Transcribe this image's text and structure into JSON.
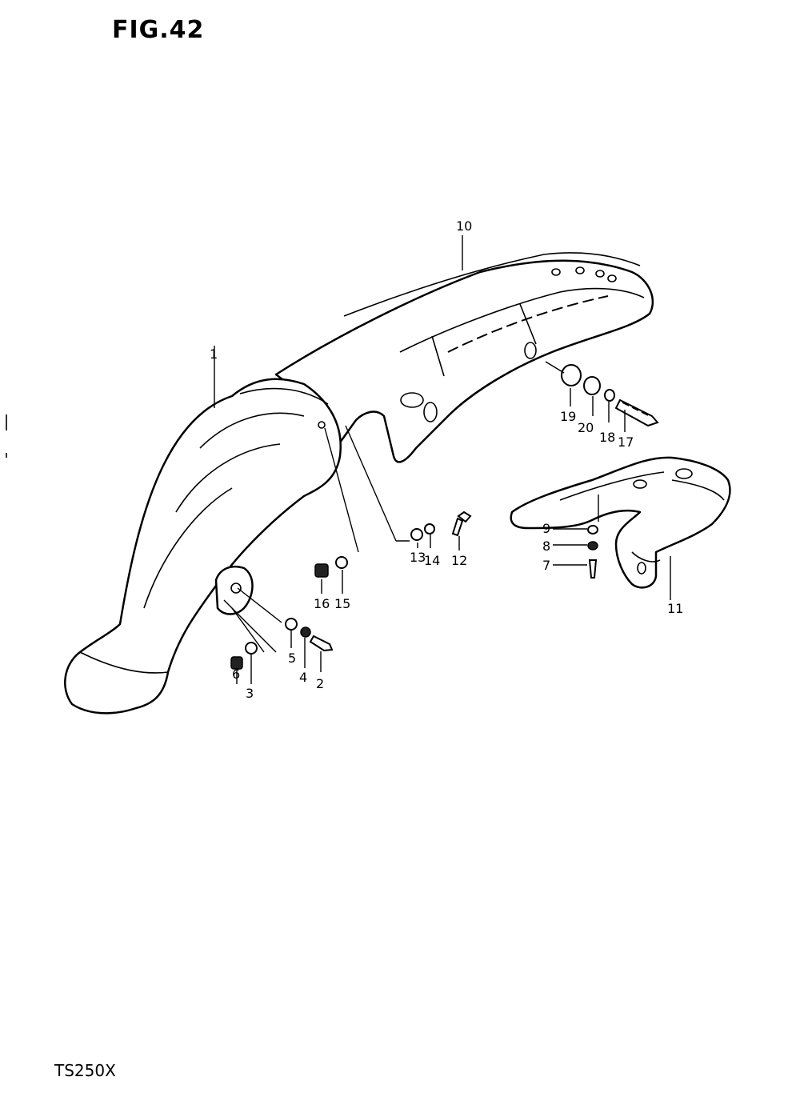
{
  "figure": {
    "title": "FIG.42",
    "model": "TS250X"
  },
  "parts": [
    {
      "id": "p1",
      "number": "1"
    },
    {
      "id": "p2",
      "number": "2"
    },
    {
      "id": "p3",
      "number": "3"
    },
    {
      "id": "p4",
      "number": "4"
    },
    {
      "id": "p5",
      "number": "5"
    },
    {
      "id": "p6",
      "number": "6"
    },
    {
      "id": "p7",
      "number": "7"
    },
    {
      "id": "p8",
      "number": "8"
    },
    {
      "id": "p9",
      "number": "9"
    },
    {
      "id": "p10",
      "number": "10"
    },
    {
      "id": "p11",
      "number": "11"
    },
    {
      "id": "p12",
      "number": "12"
    },
    {
      "id": "p13",
      "number": "13"
    },
    {
      "id": "p14",
      "number": "14"
    },
    {
      "id": "p15",
      "number": "15"
    },
    {
      "id": "p16",
      "number": "16"
    },
    {
      "id": "p17",
      "number": "17"
    },
    {
      "id": "p18",
      "number": "18"
    },
    {
      "id": "p19",
      "number": "19"
    },
    {
      "id": "p20",
      "number": "20"
    }
  ]
}
